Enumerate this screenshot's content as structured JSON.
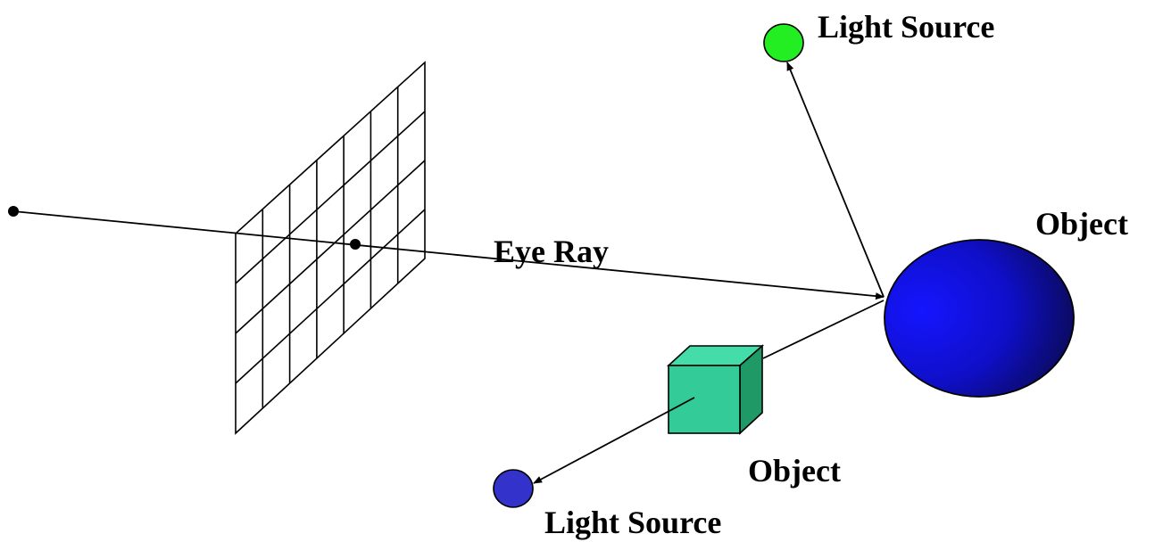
{
  "labels": {
    "light_source_top": "Light Source",
    "light_source_bottom": "Light Source",
    "eye_ray": "Eye Ray",
    "object_sphere": "Object",
    "object_cube": "Object"
  },
  "colors": {
    "line": "#000000",
    "light_top": "#22ee22",
    "light_bottom": "#3333cc",
    "sphere_light": "#1515ff",
    "sphere_dark": "#0a0a55",
    "cube_front": "#33cc99",
    "cube_top": "#44ddaa",
    "cube_side": "#1f9966"
  }
}
